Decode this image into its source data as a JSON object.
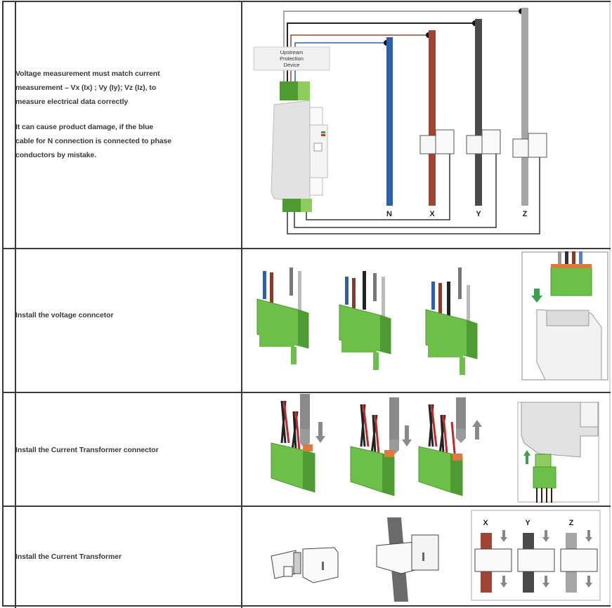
{
  "table": {
    "rows": [
      {
        "id": "wiring",
        "text_paragraphs": [
          "Voltage measurement must match current measurement – Vx (Ix) ; Vy (Iy); Vz (Iz), to measure electrical data correctly",
          " It can cause product damage, if the blue cable for N connection is connected to phase conductors by mistake."
        ],
        "figure": {
          "device_label_lines": [
            "Upstream",
            "Protection",
            "Device"
          ],
          "conductor_labels": [
            "N",
            "X",
            "Y",
            "Z"
          ],
          "conductor_colors": {
            "N": "#2f5fa8",
            "X": "#a04535",
            "Y": "#4a4a4a",
            "Z": "#a6a6a6"
          }
        }
      },
      {
        "id": "voltage-connector",
        "text_paragraphs": [
          "Install the voltage conncetor"
        ],
        "figure": {
          "steps": 3,
          "detail_view": true,
          "arrow_direction": "down"
        }
      },
      {
        "id": "ct-connector",
        "text_paragraphs": [
          "Install the Current Transformer connector"
        ],
        "figure": {
          "steps": 3,
          "tool_arrows": [
            "down",
            "down",
            "up"
          ],
          "detail_view": true,
          "detail_arrow": "up"
        }
      },
      {
        "id": "ct-install",
        "text_paragraphs": [
          "Install the Current Transformer"
        ],
        "figure": {
          "phase_labels": [
            "X",
            "Y",
            "Z"
          ]
        }
      }
    ]
  },
  "colors": {
    "connector_green": "#6cc04a",
    "connector_dark_green": "#4e9a33",
    "terminal_orange": "#e07a3a",
    "border": "#3a3a3a"
  }
}
